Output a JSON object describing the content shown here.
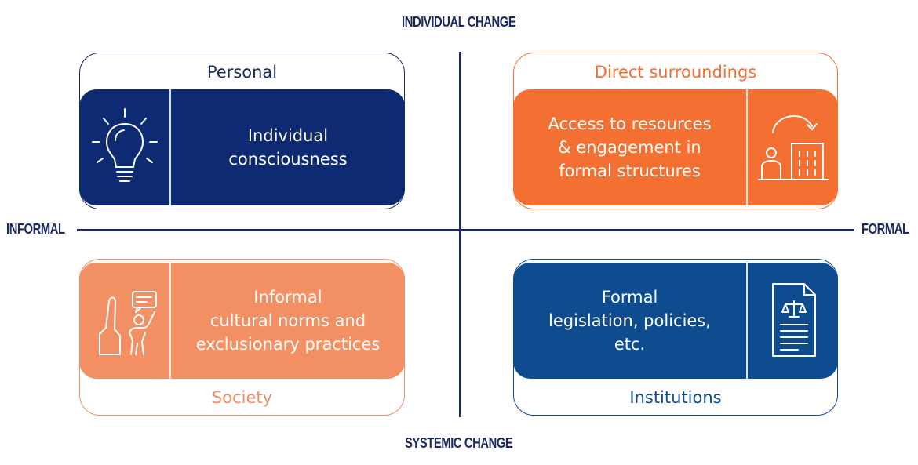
{
  "axes": {
    "top": "INDIVIDUAL CHANGE",
    "bottom": "SYSTEMIC CHANGE",
    "left": "INFORMAL",
    "right": "FORMAL"
  },
  "quadrants": {
    "top_left": {
      "frame_title": "Personal",
      "text_lines": [
        "Individual",
        "consciousness"
      ],
      "icon": "lightbulb-icon",
      "color": "#0d2a73",
      "frame_color": "#0d2a73"
    },
    "top_right": {
      "frame_title": "Direct surroundings",
      "text_lines": [
        "Access to resources",
        "& engagement in",
        "formal structures"
      ],
      "icon": "person-building-icon",
      "color": "#f36f32",
      "frame_color": "#f36f32"
    },
    "bottom_left": {
      "frame_title": "Society",
      "text_lines": [
        "Informal",
        "cultural norms and",
        "exclusionary practices"
      ],
      "icon": "stop-hand-speaker-icon",
      "color": "#f28f63",
      "frame_color": "#f28f63"
    },
    "bottom_right": {
      "frame_title": "Institutions",
      "text_lines": [
        "Formal",
        "legislation, policies,",
        "etc."
      ],
      "icon": "legal-document-icon",
      "color": "#0f4c8f",
      "frame_color": "#0f4c8f"
    }
  }
}
